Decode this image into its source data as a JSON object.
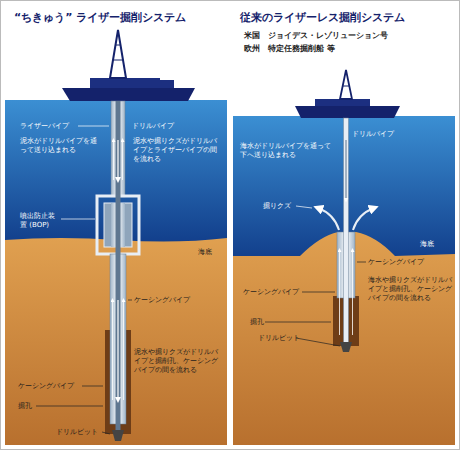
{
  "diagram": {
    "nodes": [
      {
        "text": [
          "“ちきゅう” ライザー掘削システム"
        ]
      },
      {
        "text": [
          "従来のライザーレス掘削システム",
          "米国　ジョイデス・レゾリューション号",
          "欧州　特定任務掘削船 等"
        ]
      }
    ],
    "labels": [
      "ライザーパイプ",
      "ドリルパイプ",
      "泥水がドリルパイプを通って送り込まれる",
      "泥水や掘りクズがドリルパイプとライザーパイプの間を流れる",
      "噴出防止装置 (BOP)",
      "海底",
      "ケーシングパイプ",
      "泥水や掘りクズがドリルパイプと掘削孔、ケーシングパイプの間を流れる",
      "ケーシングパイプ",
      "掘孔",
      "ドリルビット",
      "ドリルパイプ",
      "海水がドリルパイプを通って下へ送り込まれる",
      "掘りクズ",
      "海底",
      "ケーシングパイプ",
      "ケーシングパイプ",
      "海水や掘りクズがドリルパイプと掘削孔、ケーシングパイプの間を流れる",
      "掘孔",
      "ドリルビット"
    ]
  }
}
